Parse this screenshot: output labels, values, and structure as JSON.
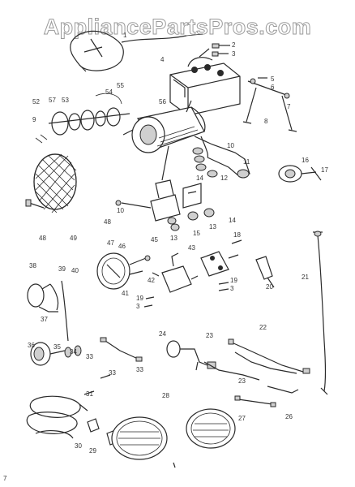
{
  "watermark": "AppliancePartsPros.com",
  "callouts": [
    {
      "id": "c1",
      "label": "1"
    },
    {
      "id": "c2",
      "label": "2"
    },
    {
      "id": "c3",
      "label": "3"
    },
    {
      "id": "c4",
      "label": "4"
    },
    {
      "id": "c5",
      "label": "5"
    },
    {
      "id": "c6",
      "label": "6"
    },
    {
      "id": "c7",
      "label": "7"
    },
    {
      "id": "c8",
      "label": "8"
    },
    {
      "id": "c10",
      "label": "10"
    },
    {
      "id": "c10b",
      "label": "10"
    },
    {
      "id": "c11",
      "label": "11"
    },
    {
      "id": "c12",
      "label": "12"
    },
    {
      "id": "c13",
      "label": "13"
    },
    {
      "id": "c13b",
      "label": "13"
    },
    {
      "id": "c14",
      "label": "14"
    },
    {
      "id": "c14b",
      "label": "14"
    },
    {
      "id": "c15",
      "label": "15"
    },
    {
      "id": "c16",
      "label": "16"
    },
    {
      "id": "c17",
      "label": "17"
    },
    {
      "id": "c18",
      "label": "18"
    },
    {
      "id": "c19",
      "label": "19"
    },
    {
      "id": "c19b",
      "label": "19"
    },
    {
      "id": "c3b",
      "label": "3"
    },
    {
      "id": "c3c",
      "label": "3"
    },
    {
      "id": "c20",
      "label": "20"
    },
    {
      "id": "c21",
      "label": "21"
    },
    {
      "id": "c22",
      "label": "22"
    },
    {
      "id": "c23",
      "label": "23"
    },
    {
      "id": "c23b",
      "label": "23"
    },
    {
      "id": "c24",
      "label": "24"
    },
    {
      "id": "c26",
      "label": "26"
    },
    {
      "id": "c27",
      "label": "27"
    },
    {
      "id": "c28",
      "label": "28"
    },
    {
      "id": "c29",
      "label": "29"
    },
    {
      "id": "c30",
      "label": "30"
    },
    {
      "id": "c31",
      "label": "31"
    },
    {
      "id": "c33",
      "label": "33"
    },
    {
      "id": "c33b",
      "label": "33"
    },
    {
      "id": "c33c",
      "label": "33"
    },
    {
      "id": "c34",
      "label": "34"
    },
    {
      "id": "c35",
      "label": "35"
    },
    {
      "id": "c36",
      "label": "36"
    },
    {
      "id": "c37",
      "label": "37"
    },
    {
      "id": "c38",
      "label": "38"
    },
    {
      "id": "c39",
      "label": "39"
    },
    {
      "id": "c40",
      "label": "40"
    },
    {
      "id": "c41",
      "label": "41"
    },
    {
      "id": "c42",
      "label": "42"
    },
    {
      "id": "c43",
      "label": "43"
    },
    {
      "id": "c45",
      "label": "45"
    },
    {
      "id": "c46",
      "label": "46"
    },
    {
      "id": "c47",
      "label": "47"
    },
    {
      "id": "c48",
      "label": "48"
    },
    {
      "id": "c48b",
      "label": "48"
    },
    {
      "id": "c49",
      "label": "49"
    },
    {
      "id": "c52",
      "label": "52"
    },
    {
      "id": "c53",
      "label": "53"
    },
    {
      "id": "c54",
      "label": "54"
    },
    {
      "id": "c55",
      "label": "55"
    },
    {
      "id": "c56",
      "label": "56"
    },
    {
      "id": "c57",
      "label": "57"
    },
    {
      "id": "c9",
      "label": "9"
    },
    {
      "id": "c7b",
      "label": "7"
    }
  ]
}
